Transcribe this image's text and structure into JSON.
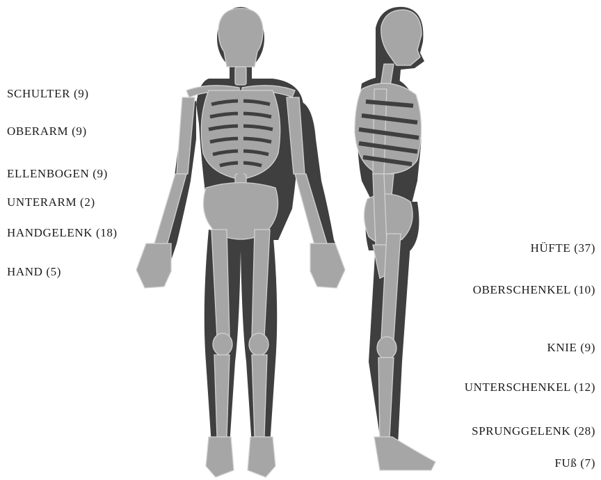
{
  "left_labels": [
    {
      "name": "SCHULTER",
      "count": "9"
    },
    {
      "name": "OBERARM",
      "count": "9"
    },
    {
      "name": "ELLENBOGEN",
      "count": "9"
    },
    {
      "name": "UNTERARM",
      "count": "2"
    },
    {
      "name": "HANDGELENK",
      "count": "18"
    },
    {
      "name": "HAND",
      "count": "5"
    }
  ],
  "right_labels": [
    {
      "name": "HÜFTE",
      "count": "37"
    },
    {
      "name": "OBERSCHENKEL",
      "count": "10"
    },
    {
      "name": "KNIE",
      "count": "9"
    },
    {
      "name": "UNTERSCHENKEL",
      "count": "12"
    },
    {
      "name": "SPRUNGGELENK",
      "count": "28"
    },
    {
      "name": "FUß",
      "count": "7"
    }
  ],
  "colors": {
    "body": "#3f3f3f",
    "bone": "#a6a6a6",
    "bone_line": "#d2d2d2"
  }
}
